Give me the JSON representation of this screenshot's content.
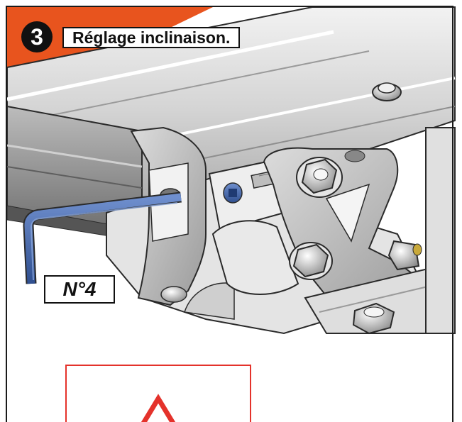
{
  "step": {
    "number": "3",
    "title": "Réglage inclinaison."
  },
  "tool": {
    "label": "N°4"
  },
  "colors": {
    "accent_orange": "#e8541e",
    "allen_key_blue": "#3f63a8",
    "warning_red": "#e4322b",
    "metal_light": "#e6e6e6",
    "metal_mid": "#c8c8c8",
    "metal_dark": "#7a7a7a",
    "outline": "#2a2a2a"
  },
  "icons": {
    "step_badge": "numbered-circle-icon",
    "warning": "warning-triangle-icon"
  }
}
